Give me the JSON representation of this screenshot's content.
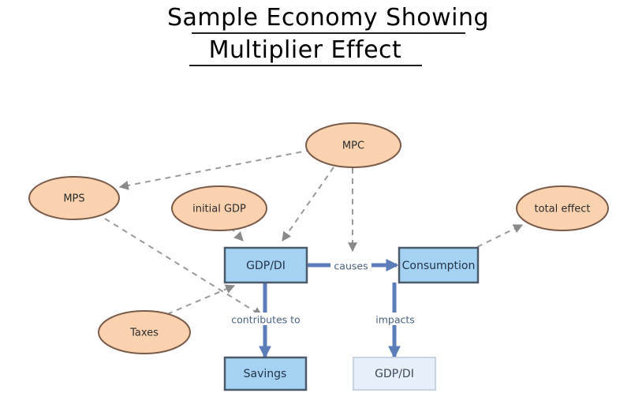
{
  "title": {
    "line1": "Sample Economy Showing",
    "line2": "Multiplier Effect"
  },
  "colors": {
    "ellipse_fill": "#FAD2AF",
    "ellipse_stroke": "#7A5C4A",
    "rect_fill": "#A5D2F2",
    "rect_stroke": "#4A5A6A",
    "rect_faded_fill": "#E6EFFA",
    "rect_faded_stroke": "#C8D4E2",
    "dashed_edge": "#9A9A9A",
    "solid_edge": "#5C7EB8",
    "title_text": "#000000",
    "edge_label_text": "#4A6180"
  },
  "nodes": {
    "mpc": {
      "label": "MPC",
      "shape": "ellipse"
    },
    "mps": {
      "label": "MPS",
      "shape": "ellipse"
    },
    "initial_gdp": {
      "label": "initial GDP",
      "shape": "ellipse"
    },
    "total_effect": {
      "label": "total effect",
      "shape": "ellipse"
    },
    "taxes": {
      "label": "Taxes",
      "shape": "ellipse"
    },
    "gdp_di_main": {
      "label": "GDP/DI",
      "shape": "rect"
    },
    "consumption": {
      "label": "Consumption",
      "shape": "rect"
    },
    "savings": {
      "label": "Savings",
      "shape": "rect"
    },
    "gdp_di_result": {
      "label": "GDP/DI",
      "shape": "rect-faded"
    }
  },
  "edges": [
    {
      "from": "mpc",
      "to": "mps",
      "style": "dashed",
      "label": ""
    },
    {
      "from": "mpc",
      "to": "gdp_di_main",
      "style": "dashed",
      "label": ""
    },
    {
      "from": "mpc",
      "to": "consumption",
      "style": "dashed",
      "label": ""
    },
    {
      "from": "initial_gdp",
      "to": "gdp_di_main",
      "style": "dashed",
      "label": ""
    },
    {
      "from": "mps",
      "to": "savings",
      "style": "dashed",
      "label": ""
    },
    {
      "from": "taxes",
      "to": "gdp_di_main",
      "style": "dashed",
      "label": ""
    },
    {
      "from": "consumption",
      "to": "total_effect",
      "style": "dashed",
      "label": ""
    },
    {
      "from": "gdp_di_main",
      "to": "consumption",
      "style": "solid",
      "label": "causes"
    },
    {
      "from": "gdp_di_main",
      "to": "savings",
      "style": "solid",
      "label": "contributes to"
    },
    {
      "from": "consumption",
      "to": "gdp_di_result",
      "style": "solid",
      "label": "impacts"
    }
  ],
  "edge_labels": {
    "causes": "causes",
    "contributes_to": "contributes to",
    "impacts": "impacts"
  }
}
